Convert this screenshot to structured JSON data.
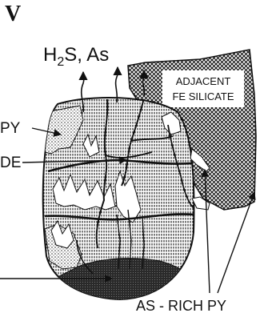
{
  "panel_label": "V",
  "gas_release": {
    "base": "H",
    "sub": "2",
    "rest": "S, As"
  },
  "labels": {
    "adjacent_line1": "ADJACENT",
    "adjacent_line2": "FE SILICATE",
    "py": "PY",
    "de": "DE",
    "as_rich_py": "AS - RICH PY"
  },
  "colors": {
    "ink": "#111111",
    "paper": "#ffffff"
  }
}
